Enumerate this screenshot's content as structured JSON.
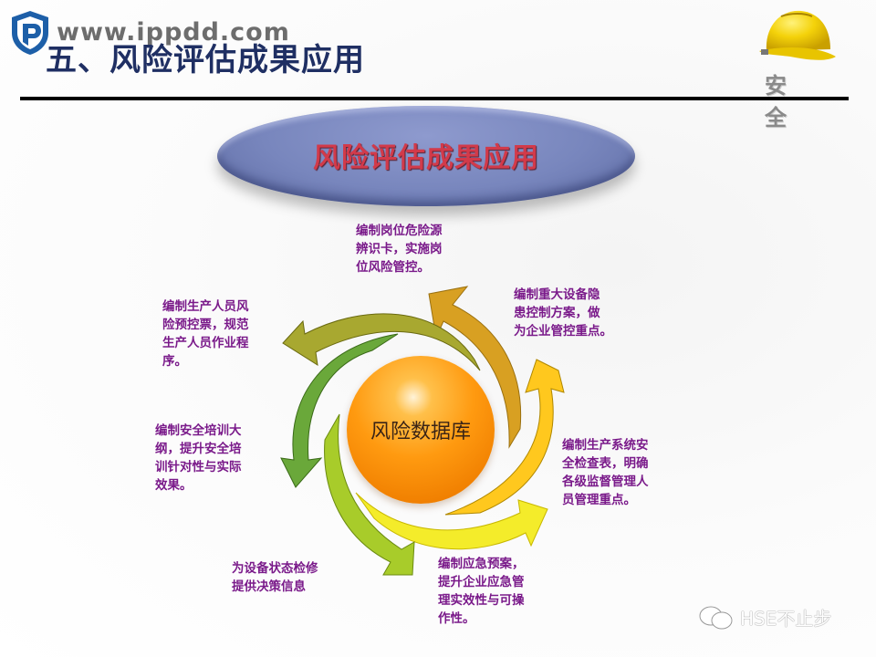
{
  "header": {
    "watermark_url": "www.ippdd.com",
    "title": "五、风险评估成果应用",
    "safety_label": "安 全",
    "logo_icon": "shield-logo-icon",
    "helmet_icon": "hard-hat-icon"
  },
  "banner": {
    "text": "风险评估成果应用"
  },
  "diagram": {
    "center": "风险数据库",
    "colors": {
      "core": "#ff9a10",
      "arrow_top_right": "#d8a022",
      "arrow_right": "#ffc81e",
      "arrow_bottom_right": "#f4ec2a",
      "arrow_bottom_left": "#a8cc2a",
      "arrow_left": "#6aa83a",
      "arrow_top_left": "#a8a830",
      "note_text": "#7a1a8a"
    },
    "notes": [
      {
        "id": "top",
        "lines": [
          "编制岗位危险源",
          "辨识卡，实施岗",
          "位风险管控。"
        ]
      },
      {
        "id": "top-right",
        "lines": [
          "编制重大设备隐",
          "患控制方案，做",
          "为企业管控重点。"
        ]
      },
      {
        "id": "right",
        "lines": [
          "编制生产系统安",
          "全检查表，明确",
          "各级监督管理人",
          "员管理重点。"
        ]
      },
      {
        "id": "bottom-right",
        "lines": [
          "编制应急预案，",
          "提升企业应急管",
          "理实效性与可操",
          "作性。"
        ]
      },
      {
        "id": "bottom-left",
        "lines": [
          "为设备状态检修",
          "提供决策信息"
        ]
      },
      {
        "id": "left",
        "lines": [
          "编制安全培训大",
          "纲，提升安全培",
          "训针对性与实际",
          "效果。"
        ]
      },
      {
        "id": "top-left",
        "lines": [
          "编制生产人员风",
          "险预控票，规范",
          "生产人员作业程",
          "序。"
        ]
      }
    ]
  },
  "footer": {
    "watermark": "HSE不止步",
    "icon": "wechat-icon"
  }
}
